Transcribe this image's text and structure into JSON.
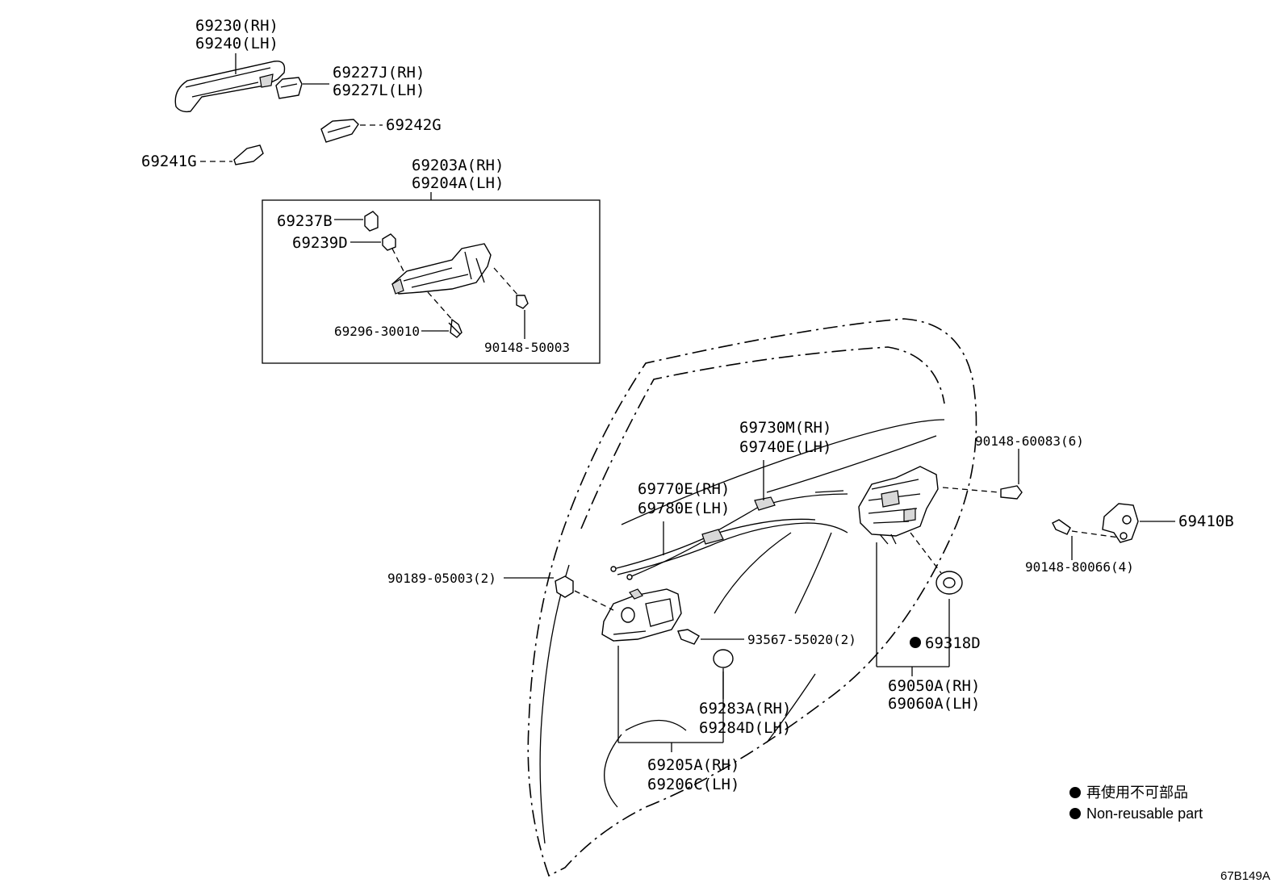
{
  "labels": {
    "p69230": "69230(RH)",
    "p69240": "69240(LH)",
    "p69227J": "69227J(RH)",
    "p69227L": "69227L(LH)",
    "p69242G": "69242G",
    "p69241G": "69241G",
    "p69203A": "69203A(RH)",
    "p69204A": "69204A(LH)",
    "p69237B": "69237B",
    "p69239D": "69239D",
    "p69296": "69296-30010",
    "p90148_50003": "90148-50003",
    "p69730M": "69730M(RH)",
    "p69740E": "69740E(LH)",
    "p90148_60083": "90148-60083(6)",
    "p69770E": "69770E(RH)",
    "p69780E": "69780E(LH)",
    "p69410B": "69410B",
    "p90148_80066": "90148-80066(4)",
    "p90189": "90189-05003(2)",
    "p93567": "93567-55020(2)",
    "p69318D": "69318D",
    "p69283A": "69283A(RH)",
    "p69284D": "69284D(LH)",
    "p69050A": "69050A(RH)",
    "p69060A": "69060A(LH)",
    "p69205A": "69205A(RH)",
    "p69206C": "69206C(LH)"
  },
  "legend": {
    "japanese": "再使用不可部品",
    "english": "Non-reusable part"
  },
  "diagram_code": "67B149A"
}
